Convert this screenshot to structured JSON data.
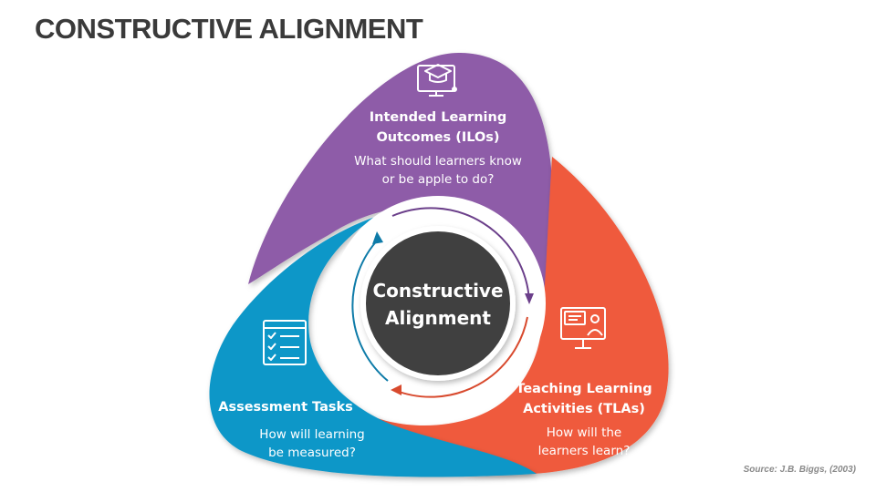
{
  "title": "CONSTRUCTIVE ALIGNMENT",
  "center": {
    "line1": "Constructive",
    "line2": "Alignment"
  },
  "segments": {
    "ilo": {
      "heading_line1": "Intended Learning",
      "heading_line2": "Outcomes (ILOs)",
      "question_line1": "What should learners know",
      "question_line2": "or be apple to do?",
      "color": "#8e5ba8",
      "icon": "graduation-monitor-icon"
    },
    "tla": {
      "heading_line1": "Teaching Learning",
      "heading_line2": "Activities (TLAs)",
      "question_line1": "How will the",
      "question_line2": "learners learn?",
      "color": "#ef5a3c",
      "icon": "online-teaching-icon"
    },
    "at": {
      "heading": "Assessment Tasks",
      "question_line1": "How will learning",
      "question_line2": "be measured?",
      "color": "#1097c8",
      "icon": "checklist-icon"
    }
  },
  "center_color": "#3f3f3f",
  "source": "Source: J.B. Biggs, (2003)"
}
